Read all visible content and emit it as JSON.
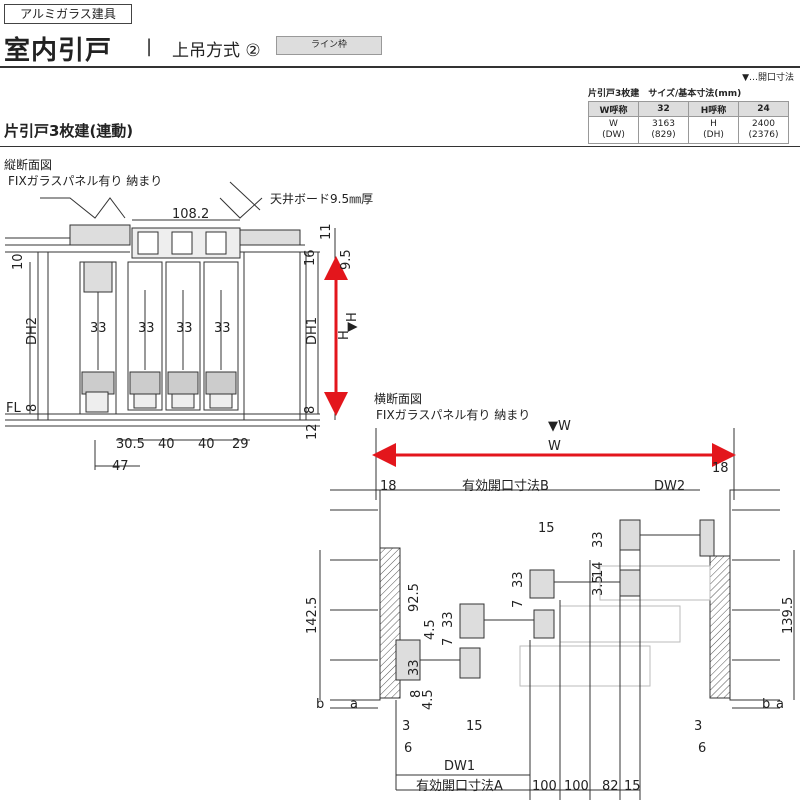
{
  "header": {
    "category": "アルミガラス建具",
    "title": "室内引戸",
    "separator": "|",
    "subtitle": "上吊方式 ②",
    "frame_badge": "ライン枠"
  },
  "series_name": "片引戸3枚建(連動)",
  "note": "▼…開口寸法",
  "spec_table": {
    "caption": "片引戸3枚建　サイズ/基本寸法(mm)",
    "w_header": "W呼称",
    "w_code": "32",
    "h_header": "H呼称",
    "h_code": "24",
    "w_label": "W",
    "w_label_sub": "(DW)",
    "w_value": "3163",
    "w_value_sub": "(829)",
    "h_label": "H",
    "h_label_sub": "(DH)",
    "h_value": "2400",
    "h_value_sub": "(2376)"
  },
  "vertical_section": {
    "title": "縦断面図",
    "subtitle": "FIXガラスパネル有り 納まり",
    "ceiling_note": "天井ボード9.5㎜厚",
    "dims": {
      "top_width": "108.2",
      "d10": "10",
      "d11": "11",
      "d16": "16",
      "d95": "9.5",
      "dh2": "DH2",
      "dh1": "DH1",
      "h": "H",
      "h_marker": "▼H",
      "fl": "FL",
      "d8a": "8",
      "d8b": "8",
      "d12": "12",
      "d33a": "33",
      "d33b": "33",
      "d33c": "33",
      "d33d": "33",
      "d305": "30.5",
      "d40a": "40",
      "d40b": "40",
      "d29": "29",
      "d47": "47"
    }
  },
  "horizontal_section": {
    "title": "横断面図",
    "subtitle": "FIXガラスパネル有り 納まり",
    "dims": {
      "w_marker": "▼W",
      "w": "W",
      "d18a": "18",
      "d18b": "18",
      "open_b": "有効開口寸法B",
      "dw2": "DW2",
      "d15a": "15",
      "d33a": "33",
      "d33b": "33",
      "d33c": "33",
      "d33d": "33",
      "d14": "14",
      "d35": "3.5",
      "d7a": "7",
      "d7b": "7",
      "d925": "92.5",
      "d1425": "142.5",
      "d1395": "139.5",
      "d45a": "4.5",
      "d45b": "4.5",
      "d8": "8",
      "b1": "b",
      "a1": "a",
      "b2": "b",
      "a2": "a",
      "d3a": "3",
      "d3b": "3",
      "d15b": "15",
      "d6a": "6",
      "d6b": "6",
      "dw1": "DW1",
      "open_a": "有効開口寸法A",
      "d100a": "100",
      "d100b": "100",
      "d82": "82",
      "d15c": "15"
    }
  },
  "colors": {
    "accent_red": "#e3161c",
    "line": "#333333",
    "fill_gray": "#bbbbbb"
  }
}
